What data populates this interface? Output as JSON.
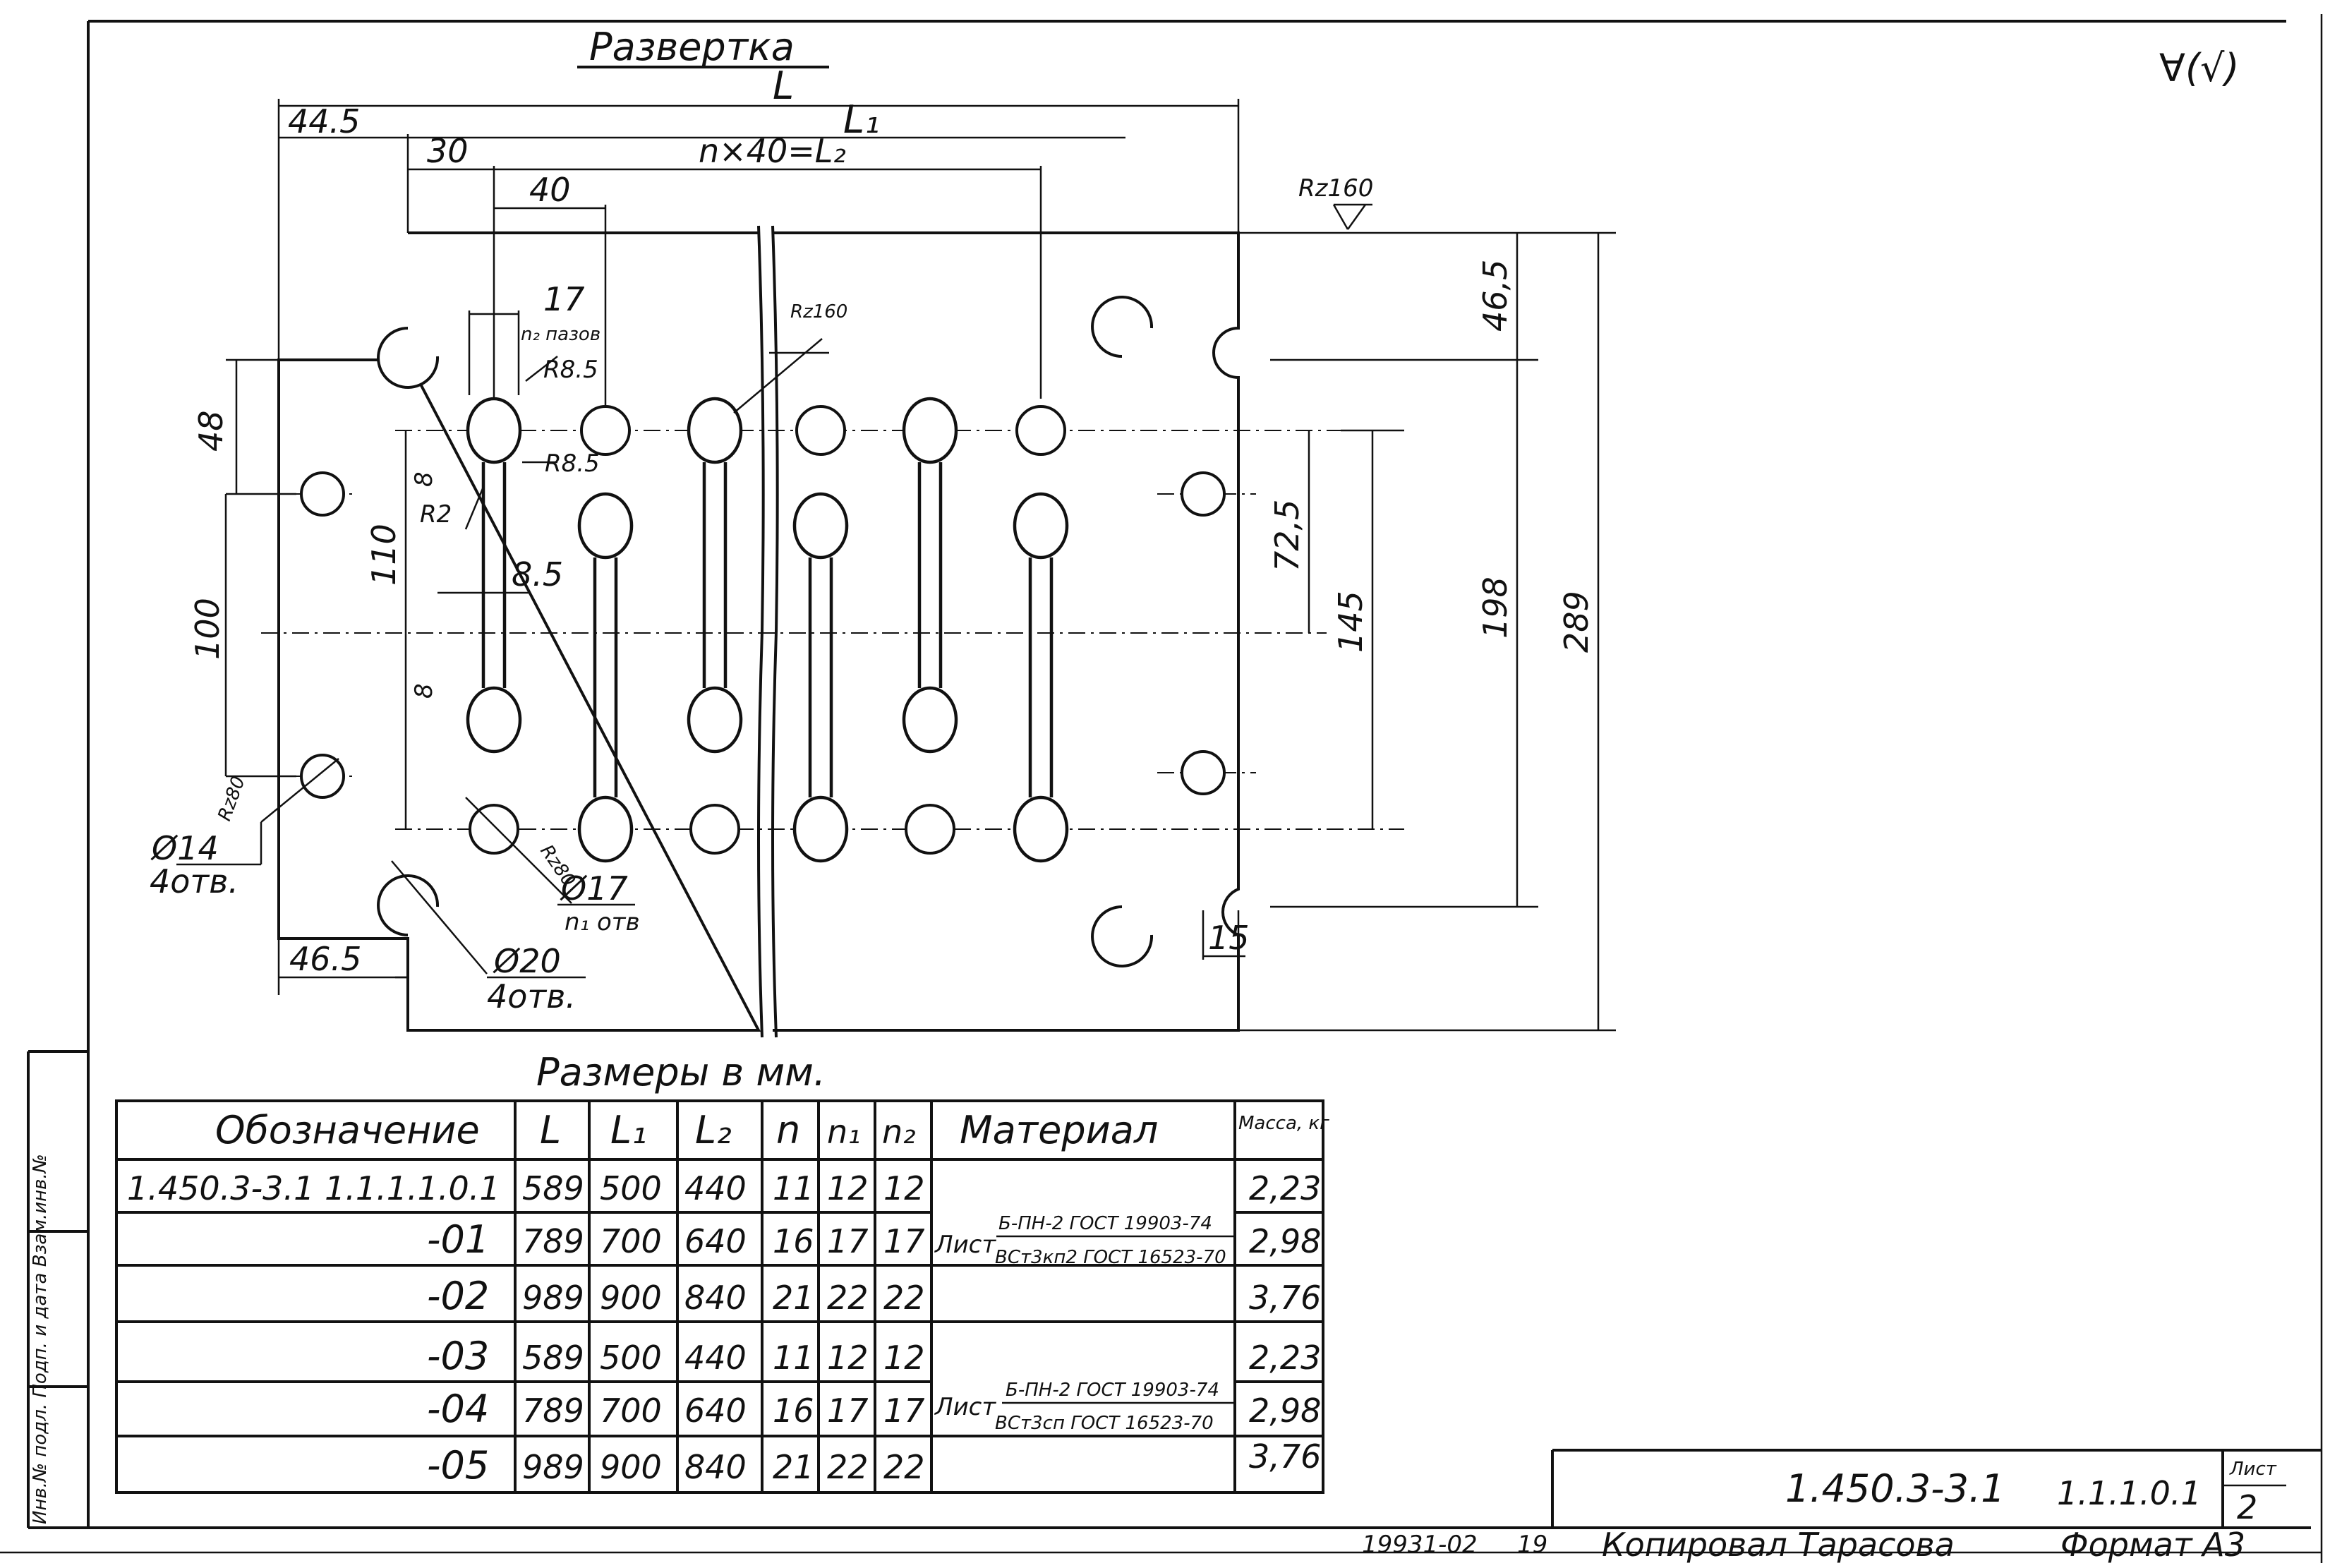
{
  "drawing": {
    "title": "Развертка",
    "surface_mark": "∀(√)",
    "dims": {
      "L": "L",
      "L1": "L₁",
      "d445": "44.5",
      "d30": "30",
      "nL2": "n×40=L₂",
      "d40": "40",
      "d17": "17",
      "n2_pazov": "n₂ пазов",
      "R85a": "R8.5",
      "R85b": "R8.5",
      "R2": "R2",
      "d8a": "8",
      "d8b": "8",
      "d85": "8.5",
      "d48": "48",
      "d110": "110",
      "d100": "100",
      "d725": "72,5",
      "d145": "145",
      "d198": "198",
      "d289": "289",
      "d465top": "46,5",
      "d465bot": "46.5",
      "d15": "15",
      "phi14": "Ø14",
      "otv4a": "4отв.",
      "phi17": "Ø17",
      "n1otv": "n₁ отв",
      "phi20": "Ø20",
      "otv4b": "4отв.",
      "Rz80a": "Rz80",
      "Rz80b": "Rz80",
      "Rz160a": "Rz160",
      "Rz160b": "Rz160"
    }
  },
  "table": {
    "caption": "Размеры в мм.",
    "headers": [
      "Обозначение",
      "L",
      "L₁",
      "L₂",
      "n",
      "n₁",
      "n₂",
      "Материал",
      "Масса, кг"
    ],
    "rows": [
      {
        "des": "1.450.3-3.1   1.1.1.1.0.1",
        "L": "589",
        "L1": "500",
        "L2": "440",
        "n": "11",
        "n1": "12",
        "n2": "12",
        "mass": "2,23"
      },
      {
        "des": "-01",
        "L": "789",
        "L1": "700",
        "L2": "640",
        "n": "16",
        "n1": "17",
        "n2": "17",
        "mass": "2,98"
      },
      {
        "des": "-02",
        "L": "989",
        "L1": "900",
        "L2": "840",
        "n": "21",
        "n1": "22",
        "n2": "22",
        "mass": "3,76"
      },
      {
        "des": "-03",
        "L": "589",
        "L1": "500",
        "L2": "440",
        "n": "11",
        "n1": "12",
        "n2": "12",
        "mass": "2,23"
      },
      {
        "des": "-04",
        "L": "789",
        "L1": "700",
        "L2": "640",
        "n": "16",
        "n1": "17",
        "n2": "17",
        "mass": "2,98"
      },
      {
        "des": "-05",
        "L": "989",
        "L1": "900",
        "L2": "840",
        "n": "21",
        "n1": "22",
        "n2": "22",
        "mass": "3,76"
      }
    ],
    "material_a": {
      "word": "Лист",
      "top": "Б-ПН-2 ГОСТ 19903-74",
      "bottom": "ВСт3кп2 ГОСТ 16523-70"
    },
    "material_b": {
      "word": "Лист",
      "top": "Б-ПН-2 ГОСТ 19903-74",
      "bottom": "ВСт3сп ГОСТ 16523-70"
    }
  },
  "title_block": {
    "doc_number": "1.450.3-3.1",
    "part_code": "1.1.1.0.1",
    "sheet_label": "Лист",
    "sheet_number": "2",
    "bottom_code": "19931-02",
    "bottom_num": "19",
    "copied": "Копировал Тарасова",
    "format": "Формат А3"
  },
  "side_stamp": "Инв.№ подл.  Подп. и дата  Взам.инв.№"
}
